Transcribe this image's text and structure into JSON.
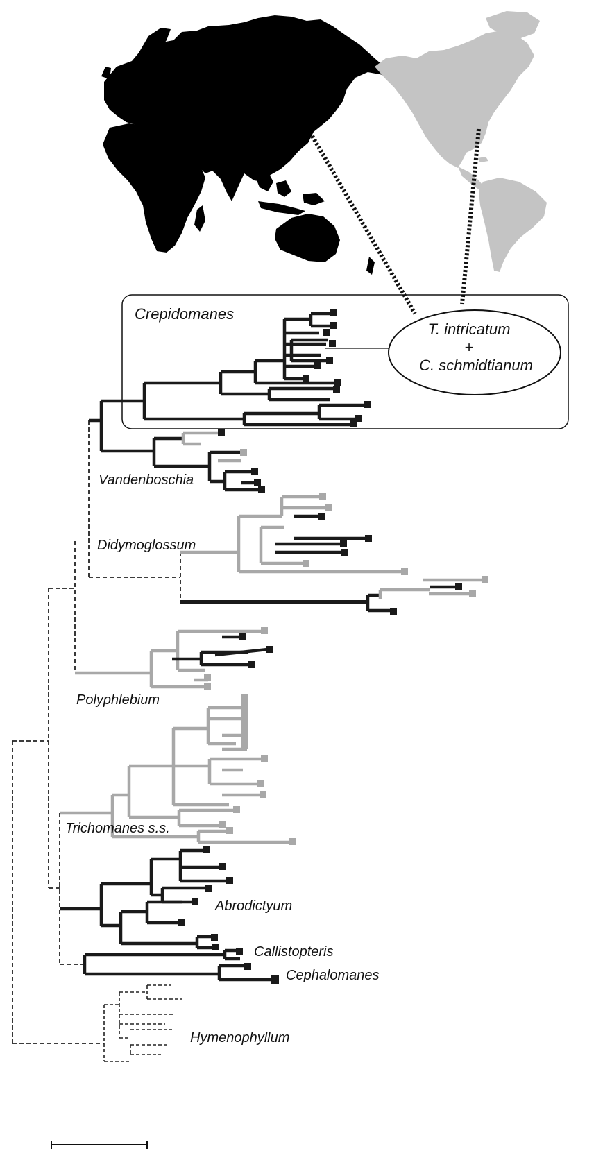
{
  "figure": {
    "map": {
      "old_world_fill": "#000000",
      "new_world_fill": "#c4c4c4"
    },
    "colors": {
      "black_branch": "#1a1a1a",
      "gray_branch": "#a8a8a8",
      "dashed_branch": "#222222"
    },
    "labels": {
      "crepidomanes": "Crepidomanes",
      "vandenboschia": "Vandenboschia",
      "didymoglossum": "Didymoglossum",
      "polyphlebium": "Polyphlebium",
      "trichomanes": "Trichomanes s.s.",
      "abrodictyum": "Abrodictyum",
      "callistopteris": "Callistopteris",
      "cephalomanes": "Cephalomanes",
      "hymenophyllum": "Hymenophyllum"
    },
    "hybrid": {
      "line1": "T. intricatum",
      "line2": "+",
      "line3": "C. schmidtianum"
    }
  }
}
